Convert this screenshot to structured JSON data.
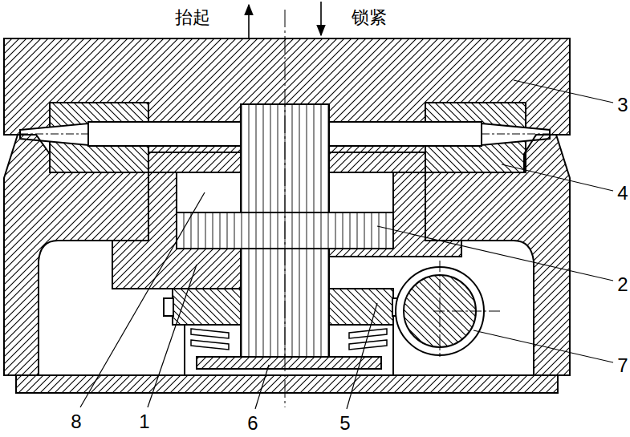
{
  "diagram": {
    "labels": [
      "抬起",
      "锁紧",
      "3",
      "4",
      "2",
      "7",
      "8",
      "1",
      "6",
      "5"
    ]
  }
}
